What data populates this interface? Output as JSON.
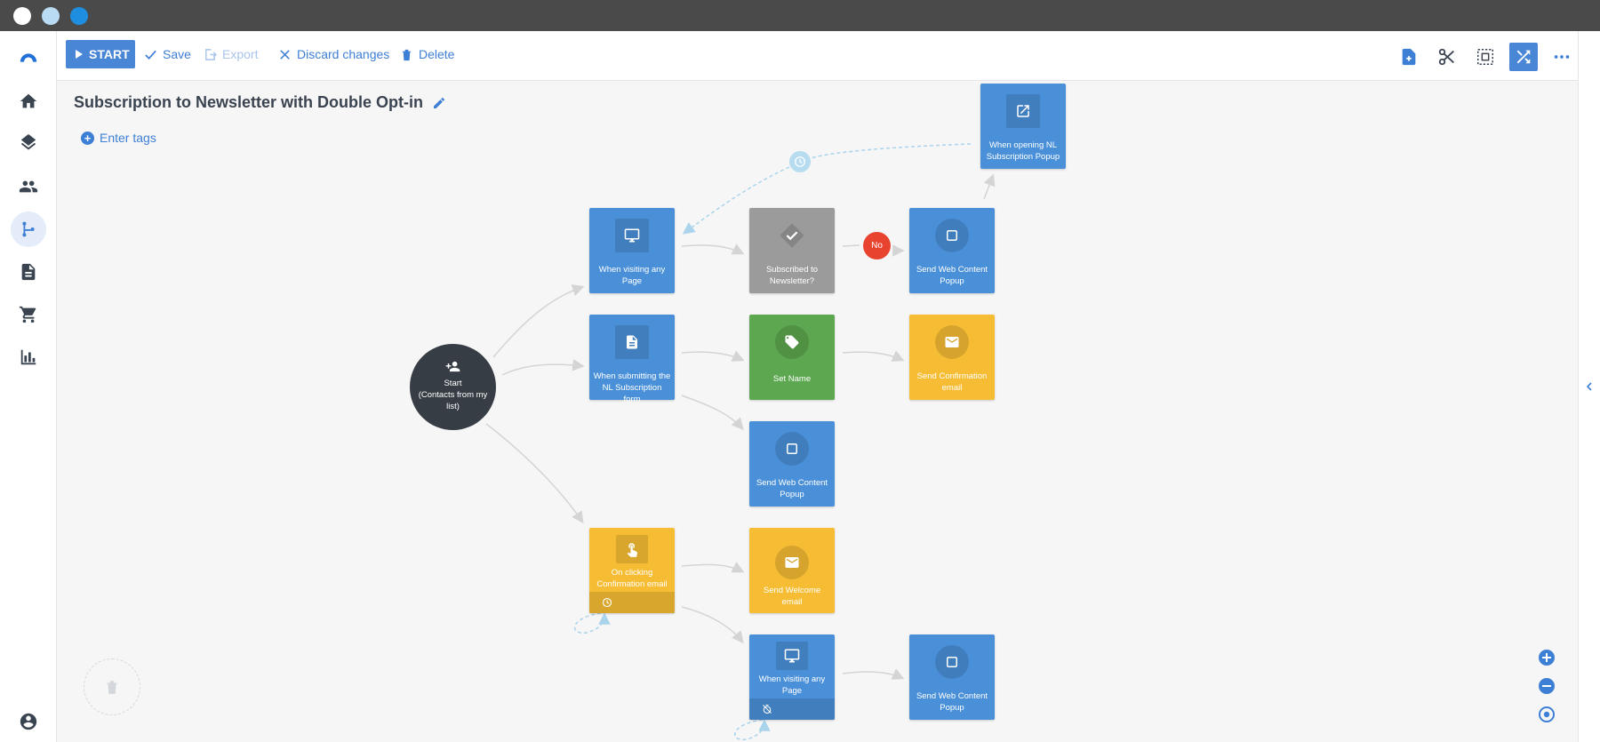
{
  "toolbar": {
    "start_label": "START",
    "save_label": "Save",
    "export_label": "Export",
    "discard_label": "Discard changes",
    "delete_label": "Delete"
  },
  "flow": {
    "title": "Subscription to Newsletter with Double Opt-in",
    "tags_label": "Enter tags"
  },
  "sidebar": {
    "items": [
      "logo-icon",
      "home-icon",
      "layers-icon",
      "contacts-icon",
      "flow-icon",
      "document-icon",
      "cart-icon",
      "chart-icon",
      "user-icon"
    ],
    "active": "flow-icon"
  },
  "nodes": {
    "start": "Start\n(Contacts from my list)",
    "visit_page": "When visiting any Page",
    "subscribed_check": "Subscribed to Newsletter?",
    "no_badge": "No",
    "send_popup_1": "Send Web Content Popup",
    "opening_popup": "When opening NL Subscription Popup",
    "submit_form": "When submitting the NL Subscription form",
    "set_name": "Set Name",
    "send_confirmation": "Send Confirmation email",
    "send_popup_2": "Send Web Content Popup",
    "click_confirmation": "On clicking Confirmation email",
    "send_welcome": "Send Welcome email",
    "visit_page_2": "When visiting any Page",
    "send_popup_3": "Send Web Content Popup"
  },
  "colors": {
    "accent": "#4a86d6",
    "node_blue": "#4a90d9",
    "node_gray": "#9b9b9b",
    "node_green": "#5ca74f",
    "node_yellow": "#f6bd34",
    "start_dark": "#363d45",
    "no_red": "#e8432e"
  }
}
